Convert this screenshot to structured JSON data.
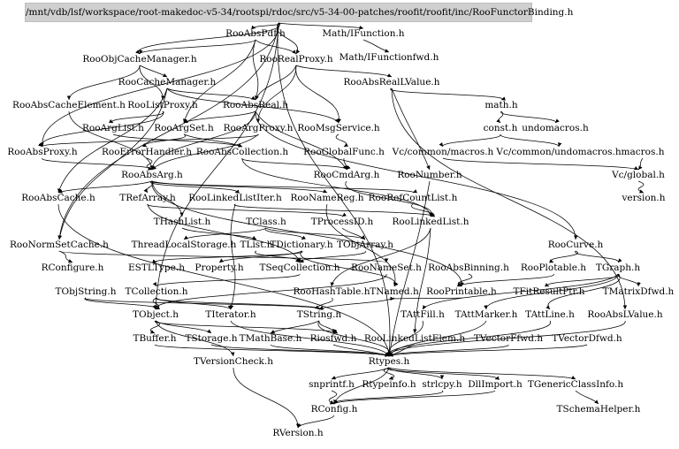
{
  "root_file": "/mnt/vdb/lsf/workspace/root-makedoc-v5-34/rootspi/rdoc/src/v5-34-00-patches/roofit/roofit/inc/RooFunctorBinding.h",
  "nodes": [
    "RooAbsPdf.h",
    "Math/IFunction.h",
    "RooObjCacheManager.h",
    "RooRealProxy.h",
    "Math/IFunctionfwd.h",
    "RooCacheManager.h",
    "RooAbsRealLValue.h",
    "RooAbsCacheElement.h",
    "RooListProxy.h",
    "RooAbsReal.h",
    "math.h",
    "RooArgList.h",
    "RooArgSet.h",
    "RooArgProxy.h",
    "RooMsgService.h",
    "const.h",
    "undomacros.h",
    "RooAbsProxy.h",
    "RooErrorHandler.h",
    "RooAbsCollection.h",
    "RooGlobalFunc.h",
    "Vc/common/macros.h",
    "Vc/common/undomacros.h",
    "macros.h",
    "RooAbsArg.h",
    "RooCmdArg.h",
    "RooNumber.h",
    "Vc/global.h",
    "RooAbsCache.h",
    "TRefArray.h",
    "RooLinkedListIter.h",
    "RooNameReg.h",
    "RooRefCountList.h",
    "version.h",
    "THashList.h",
    "TClass.h",
    "TProcessID.h",
    "RooLinkedList.h",
    "ThreadLocalStorage.h",
    "TList.h",
    "TDictionary.h",
    "TObjArray.h",
    "RooCurve.h",
    "RooNormSetCache.h",
    "RConfigure.h",
    "ESTLType.h",
    "Property.h",
    "TSeqCollection.h",
    "RooNameSet.h",
    "RooAbsBinning.h",
    "RooPlotable.h",
    "TGraph.h",
    "TObjString.h",
    "TCollection.h",
    "RooHashTable.h",
    "TNamed.h",
    "RooPrintable.h",
    "TFitResultPtr.h",
    "TMatrixDfwd.h",
    "TObject.h",
    "TIterator.h",
    "TString.h",
    "TAttFill.h",
    "TAttMarker.h",
    "TAttLine.h",
    "RooAbsLValue.h",
    "TBuffer.h",
    "TStorage.h",
    "TMathBase.h",
    "Riosfwd.h",
    "RooLinkedListElem.h",
    "TVectorFfwd.h",
    "TVectorDfwd.h",
    "TVersionCheck.h",
    "Rtypes.h",
    "snprintf.h",
    "Rtypeinfo.h",
    "strlcpy.h",
    "DllImport.h",
    "TGenericClassInfo.h",
    "RConfig.h",
    "TSchemaHelper.h",
    "RVersion.h"
  ]
}
